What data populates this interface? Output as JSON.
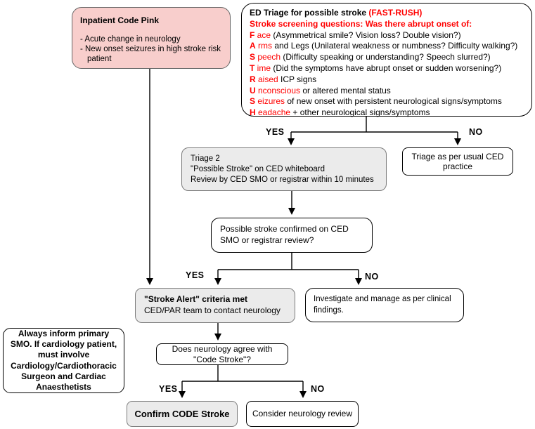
{
  "pink_box": {
    "title": "Inpatient Code Pink",
    "bullets": [
      "- Acute change in neurology",
      "- New onset seizures in high stroke risk patient"
    ]
  },
  "ed_box": {
    "title_black": "ED Triage for possible stroke ",
    "title_red": "(FAST-RUSH)",
    "subtitle": "Stroke screening questions: Was there abrupt onset of:",
    "lines": [
      {
        "letter": "F",
        "word": " ace",
        "rest": " (Asymmetrical smile? Vision loss? Double vision?)"
      },
      {
        "letter": "A",
        "word": " rms",
        "rest": " and Legs (Unilateral weakness or numbness? Difficulty walking?)"
      },
      {
        "letter": "S",
        "word": " peech",
        "rest": " (Difficulty speaking or understanding? Speech slurred?)"
      },
      {
        "letter": "T",
        "word": " ime",
        "rest": " (Did the symptoms have abrupt onset or sudden worsening?)"
      },
      {
        "letter": "R",
        "word": " aised",
        "rest": " ICP signs"
      },
      {
        "letter": "U",
        "word": " nconscious",
        "rest": " or altered mental status"
      },
      {
        "letter": "S",
        "word": " eizures",
        "rest": " of new onset with persistent neurological signs/symptoms"
      },
      {
        "letter": "H",
        "word": " eadache",
        "rest": " + other neurological signs/symptoms"
      }
    ]
  },
  "triage2_box": {
    "lines": [
      "Triage 2",
      "\"Possible Stroke\" on CED whiteboard",
      "Review by CED SMO or registrar within 10 minutes"
    ]
  },
  "usual_ced_box": {
    "text": "Triage as per usual CED practice"
  },
  "possible_box": {
    "text": "Possible stroke confirmed on CED SMO or registrar review?"
  },
  "stroke_alert_box": {
    "title": "\"Stroke Alert\" criteria met",
    "subtitle": "CED/PAR team to contact neurology"
  },
  "investigate_box": {
    "text": "Investigate and manage as per clinical findings."
  },
  "always_box": {
    "text": "Always inform primary SMO. If cardiology patient, must involve Cardiology/Cardiothoracic Surgeon and Cardiac Anaesthetists"
  },
  "does_box": {
    "text": "Does neurology agree with \"Code Stroke\"?"
  },
  "confirm_box": {
    "text": "Confirm CODE Stroke"
  },
  "consider_box": {
    "text": "Consider neurology review"
  },
  "labels": {
    "triage_yes": "YES",
    "triage_no": "NO",
    "confirmed_yes": "YES",
    "confirmed_no": "NO",
    "neurology_yes": "YES",
    "neurology_no": "NO"
  },
  "colors": {
    "red_text": "#ff0000",
    "pink_fill": "#f8cecc",
    "gray_fill": "#ebebeb",
    "line": "#000000"
  }
}
